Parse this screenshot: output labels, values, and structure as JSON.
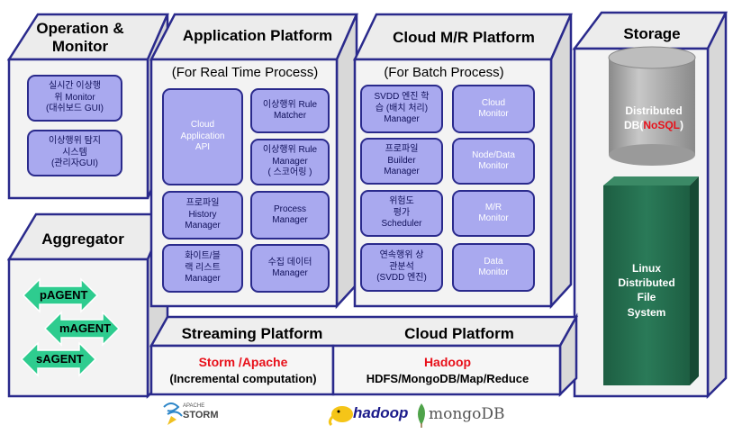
{
  "boxes": {
    "operation": {
      "title": "Operation &\nMonitor"
    },
    "application": {
      "title": "Application Platform",
      "subtitle": "(For Real Time Process)"
    },
    "cloud_mr": {
      "title": "Cloud M/R Platform",
      "subtitle": "(For Batch Process)"
    },
    "storage": {
      "title": "Storage"
    },
    "aggregator": {
      "title": "Aggregator"
    },
    "streaming": {
      "title": "Streaming Platform",
      "line1": "Storm /Apache",
      "line2": "(Incremental computation)"
    },
    "cloud_platform": {
      "title": "Cloud Platform",
      "line1": "Hadoop",
      "line2": "HDFS/MongoDB/Map/Reduce"
    }
  },
  "operation_modules": [
    "실시간 이상행\n위 Monitor\n(대쉬보드 GUI)",
    "이상행위 탐지\n시스템\n(관리자GUI)"
  ],
  "app_modules": {
    "api": "Cloud\nApplication\nAPI",
    "rule_matcher": "이상행위 Rule\nMatcher",
    "rule_manager": "이상행위 Rule\nManager\n( 스코어링 )",
    "history": "프로파일\nHistory\nManager",
    "process": "Process\nManager",
    "whitelist": "화이트/블\n랙 리스트\nManager",
    "collect": "수집 데이터\nManager"
  },
  "mr_modules": {
    "svdd_learn": "SVDD 엔진 학\n습 (배치 처리)\nManager",
    "cloud_monitor": "Cloud\nMonitor",
    "profile_builder": "프로파일\nBuilder\nManager",
    "node_monitor": "Node/Data\nMonitor",
    "risk": "위험도\n평가\nScheduler",
    "mr_monitor": "M/R\nMonitor",
    "continuous": "연속행위 상\n관분석\n(SVDD 엔진)",
    "data_monitor": "Data\nMonitor"
  },
  "storage_items": {
    "db_text": "Distributed\nDB(",
    "db_highlight": "NoSQL",
    "fs": "Linux\nDistributed\nFile\nSystem"
  },
  "agents": [
    "pAGENT",
    "mAGENT",
    "sAGENT"
  ],
  "logos": {
    "storm_small": "APACHE",
    "storm": "STORM",
    "hadoop": "hadoop",
    "mongo": "mongoDB"
  },
  "colors": {
    "border": "#2a2a8c",
    "module": "#a9a9ef",
    "agent": "#2ecc8f",
    "hadoop_red": "#e8101a",
    "fs_green": "#226b4c",
    "db_gray": "#a0a0a0"
  }
}
